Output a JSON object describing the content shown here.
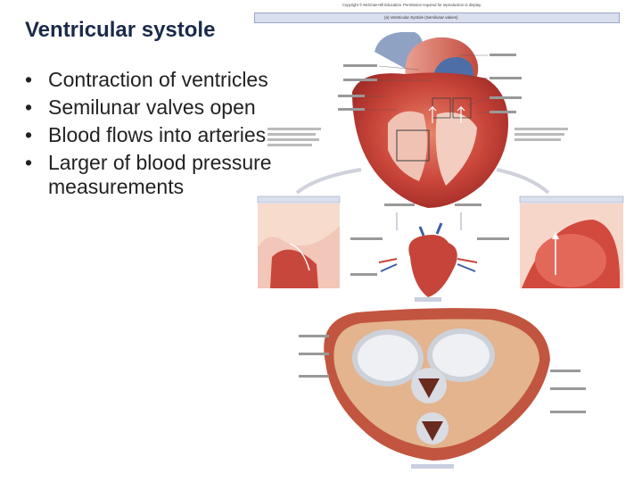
{
  "slide": {
    "title": "Ventricular systole",
    "bullets": [
      "Contraction of ventricles",
      "Semilunar valves open",
      "Blood flows into arteries",
      "Larger of blood pressure measurements"
    ]
  },
  "figure": {
    "copyright": "Copyright © McGraw-Hill Education. Permission required for reproduction or display.",
    "header": "(a) Ventricular Systole (Semilunar valves)"
  }
}
